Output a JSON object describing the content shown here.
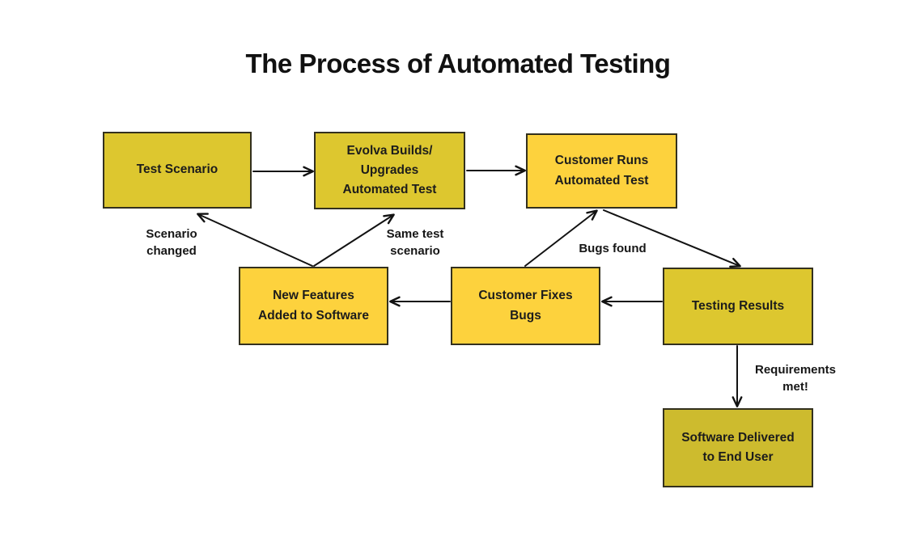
{
  "title": "The Process of Automated Testing",
  "diagram": {
    "nodes": [
      {
        "id": "test-scenario",
        "label": "Test Scenario",
        "fill": "#ddc72f"
      },
      {
        "id": "evolva-builds-upgrades-automated-test",
        "label": "Evolva Builds/\nUpgrades\nAutomated Test",
        "fill": "#ddc72f"
      },
      {
        "id": "customer-runs-automated-test",
        "label": "Customer Runs\nAutomated Test",
        "fill": "#fdd23d"
      },
      {
        "id": "new-features-added-to-software",
        "label": "New Features\nAdded to Software",
        "fill": "#fdd23d"
      },
      {
        "id": "customer-fixes-bugs",
        "label": "Customer Fixes\nBugs",
        "fill": "#fdd23d"
      },
      {
        "id": "testing-results",
        "label": "Testing Results",
        "fill": "#ddc72f"
      },
      {
        "id": "software-delivered-to-end-user",
        "label": "Software Delivered\nto End User",
        "fill": "#cdbb2e"
      }
    ],
    "edges": [
      {
        "from": "test-scenario",
        "to": "evolva-builds-upgrades-automated-test",
        "label": ""
      },
      {
        "from": "evolva-builds-upgrades-automated-test",
        "to": "customer-runs-automated-test",
        "label": ""
      },
      {
        "from": "customer-runs-automated-test",
        "to": "testing-results",
        "label": ""
      },
      {
        "from": "testing-results",
        "to": "customer-fixes-bugs",
        "label": ""
      },
      {
        "from": "customer-fixes-bugs",
        "to": "new-features-added-to-software",
        "label": ""
      },
      {
        "from": "customer-fixes-bugs",
        "to": "customer-runs-automated-test",
        "label": "Bugs found"
      },
      {
        "from": "new-features-added-to-software",
        "to": "test-scenario",
        "label": "Scenario\nchanged"
      },
      {
        "from": "new-features-added-to-software",
        "to": "evolva-builds-upgrades-automated-test",
        "label": "Same test\nscenario"
      },
      {
        "from": "testing-results",
        "to": "software-delivered-to-end-user",
        "label": "Requirements\nmet!"
      }
    ],
    "colors": {
      "node_fill_bright": "#fdd23d",
      "node_fill_olive": "#ddc72f",
      "node_fill_dark_olive": "#cdbb2e",
      "node_border": "#33301e",
      "arrow": "#121212",
      "text": "#1c1c1c",
      "background": "#ffffff"
    }
  }
}
